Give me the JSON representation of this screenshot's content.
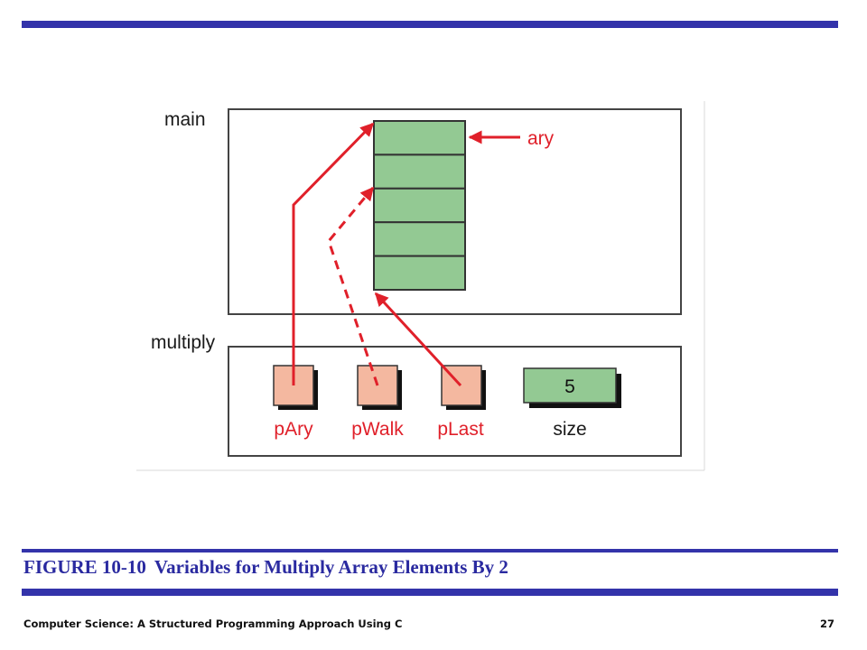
{
  "diagram": {
    "frames": {
      "main_label": "main",
      "multiply_label": "multiply"
    },
    "array_pointer_label": "ary",
    "array_cell_count": 5,
    "variables": [
      {
        "name": "pAry",
        "kind": "pointer",
        "points_to_cell": 0,
        "line_style": "solid"
      },
      {
        "name": "pWalk",
        "kind": "pointer",
        "points_to_cell": 1,
        "line_style": "dashed"
      },
      {
        "name": "pLast",
        "kind": "pointer",
        "points_to_cell": 4,
        "line_style": "solid"
      },
      {
        "name": "size",
        "kind": "value",
        "value": "5"
      }
    ],
    "colors": {
      "array_cell": "#93c993",
      "pointer_box": "#f4b8a0",
      "arrow": "#e0202a",
      "border": "#444444"
    }
  },
  "caption": {
    "number": "FIGURE 10-10",
    "title": "Variables for Multiply Array Elements By 2"
  },
  "footer": {
    "book": "Computer Science: A Structured Programming Approach Using C",
    "page": "27"
  }
}
